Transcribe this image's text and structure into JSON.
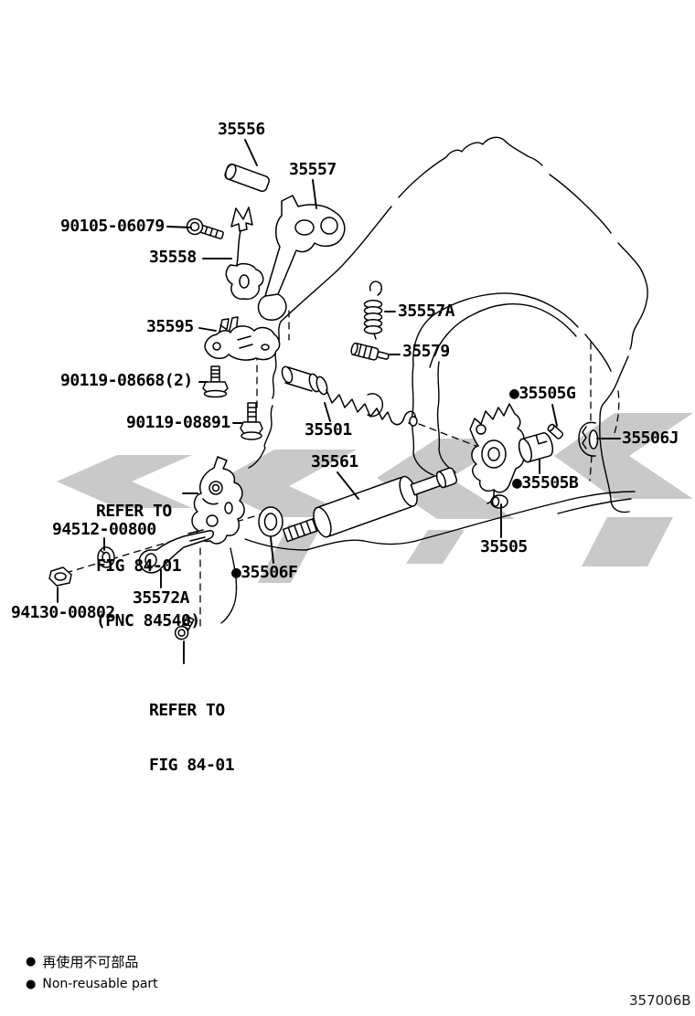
{
  "figure_code": "357006B",
  "watermark_color": "#c9c9c9",
  "labels": {
    "35556": "35556",
    "35557": "35557",
    "90105_06079": "90105-06079",
    "35558": "35558",
    "35595": "35595",
    "90119_08668": "90119-08668(2)",
    "90119_08891": "90119-08891",
    "35501": "35501",
    "35561": "35561",
    "35557A": "35557A",
    "35579": "35579",
    "35505G": "●35505G",
    "35506J": "35506J",
    "35505B": "●35505B",
    "35505": "35505",
    "94512_00800": "94512-00800",
    "35572A": "35572A",
    "35506F": "●35506F",
    "94130_00802": "94130-00802"
  },
  "notes": {
    "refer_mid": [
      "REFER TO",
      "FIG 84-01",
      "(PNC 84540)"
    ],
    "refer_bottom": [
      "REFER TO",
      "FIG 84-01"
    ]
  },
  "legend": {
    "bullet": "●",
    "jp": "再使用不可部品",
    "en": "Non-reusable part"
  }
}
